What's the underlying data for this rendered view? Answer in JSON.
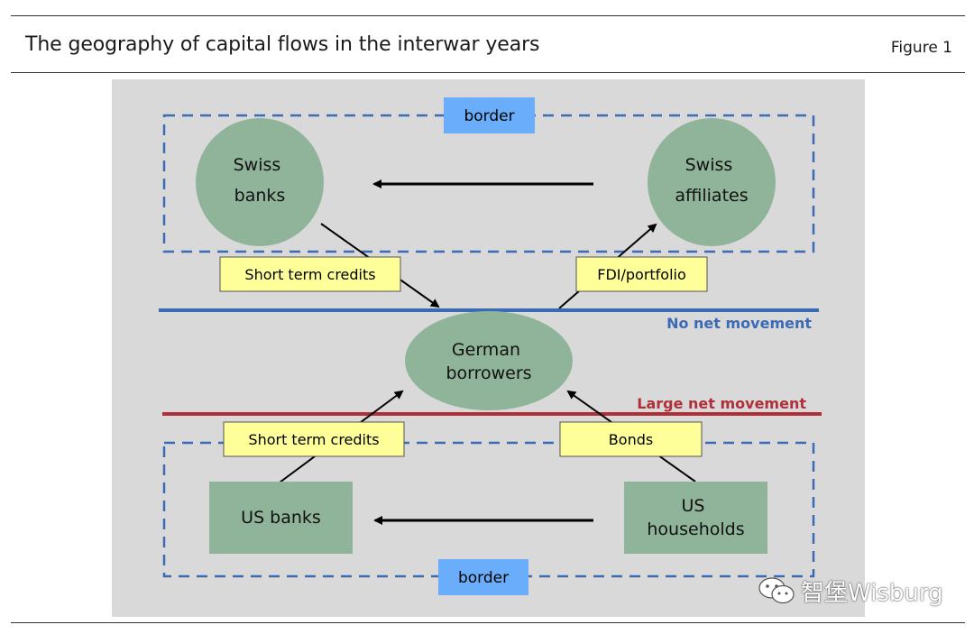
{
  "header": {
    "title": "The geography of capital flows in the interwar years",
    "figure_label": "Figure 1"
  },
  "diagram": {
    "border_labels": {
      "top": "border",
      "bottom": "border"
    },
    "nodes": {
      "swiss_banks": [
        "Swiss",
        "banks"
      ],
      "swiss_affiliates": [
        "Swiss",
        "affiliates"
      ],
      "german_borrowers": [
        "German",
        "borrowers"
      ],
      "us_banks": [
        "US banks"
      ],
      "us_households": [
        "US",
        "households"
      ]
    },
    "flow_labels": {
      "upper_left": "Short term credits",
      "upper_right": "FDI/portfolio",
      "lower_left": "Short term credits",
      "lower_right": "Bonds"
    },
    "lines": {
      "no_net": "No net movement",
      "large_net": "Large net movement"
    },
    "colors": {
      "panel": "#d9d9d9",
      "node": "#8fb49a",
      "border_dash": "#3c6bb5",
      "border_label": "#6aaefb",
      "flow_label": "#ffff99",
      "no_net_line": "#3c6bb5",
      "large_net_line": "#b0303a"
    }
  },
  "watermark": {
    "icon": "wechat-icon",
    "text": "智堡Wisburg"
  }
}
